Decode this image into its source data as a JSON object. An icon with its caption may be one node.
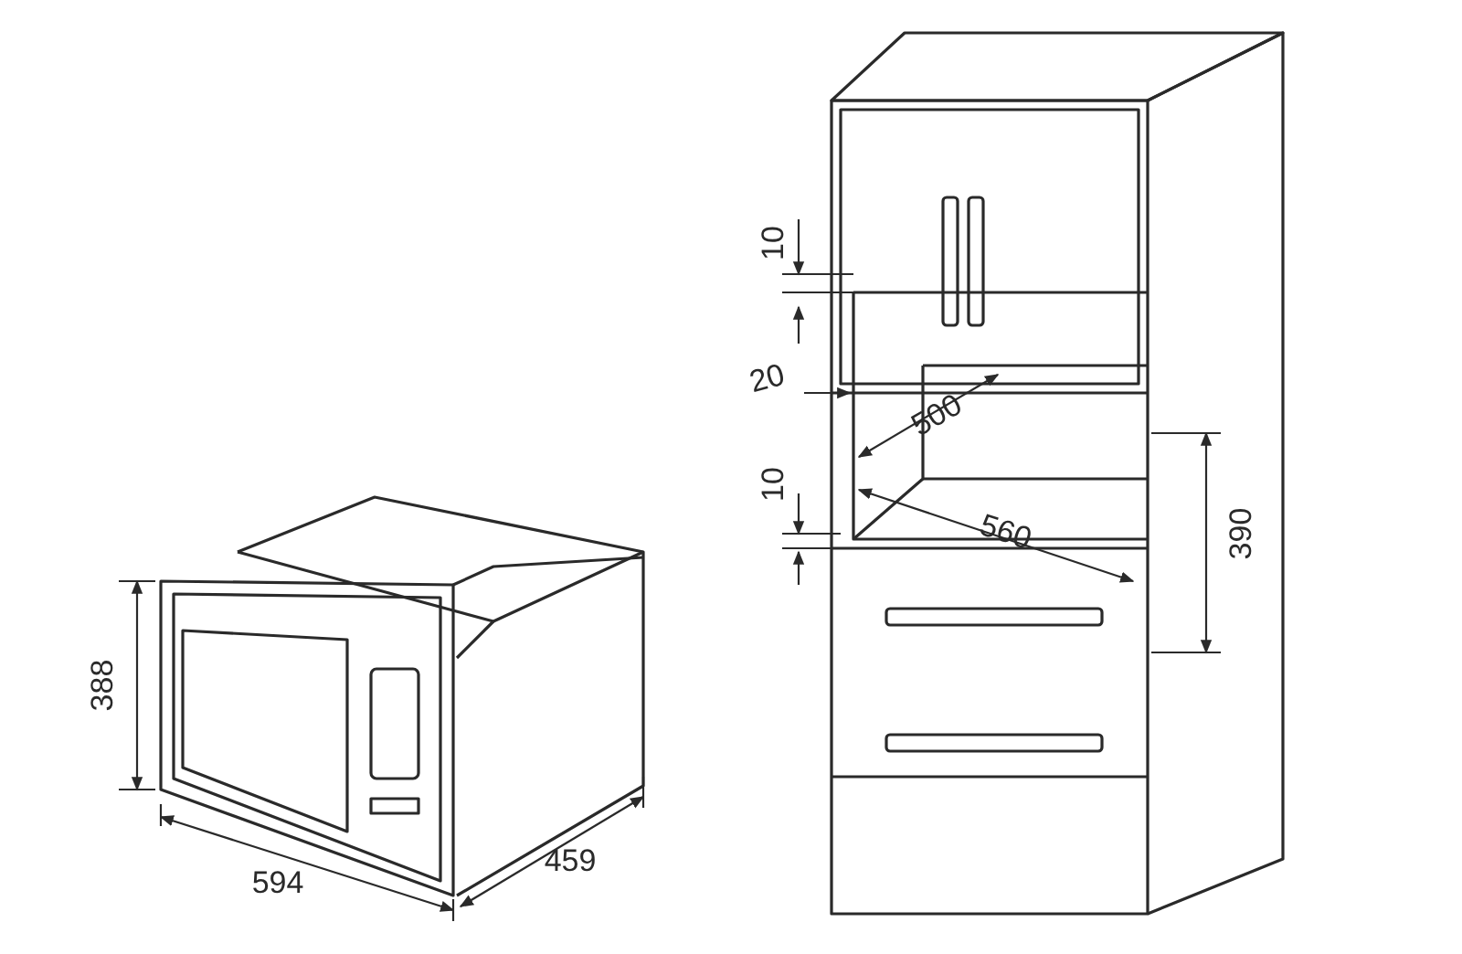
{
  "diagram": {
    "labels": [
      "10",
      "20",
      "500",
      "10",
      "560",
      "390",
      "388",
      "459",
      "594"
    ]
  }
}
